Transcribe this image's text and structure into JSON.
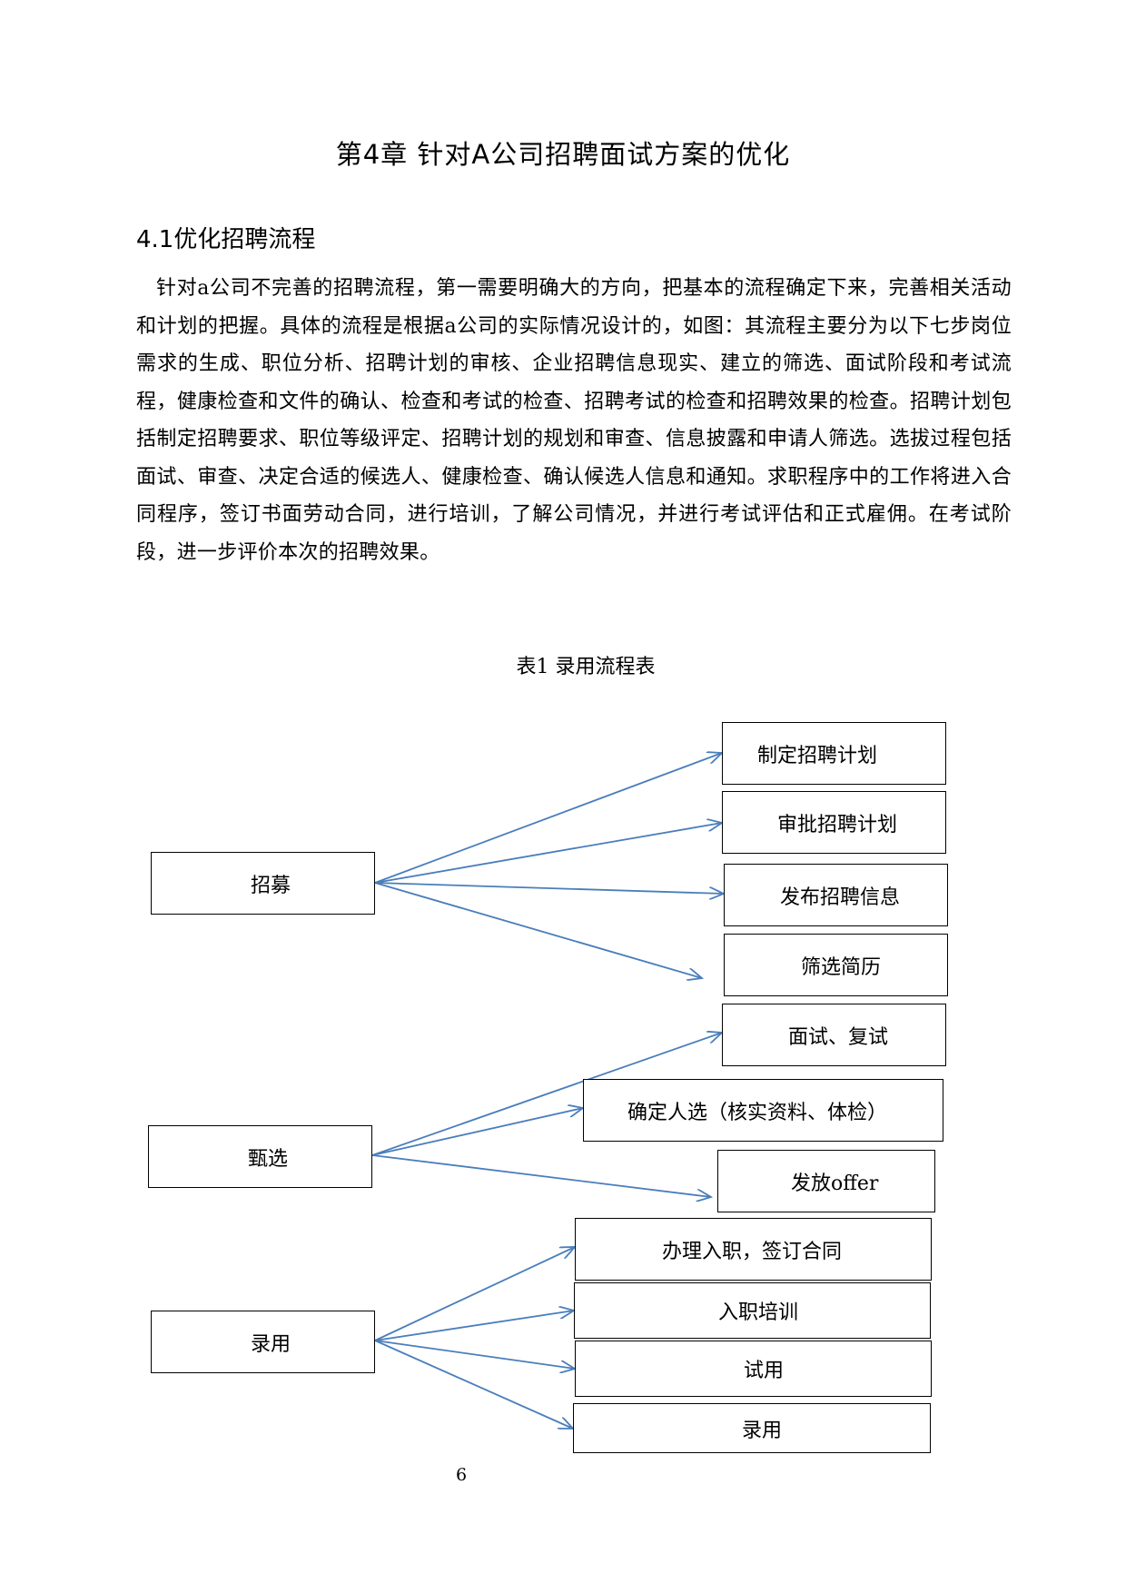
{
  "document": {
    "chapter_title": "第4章  针对A公司招聘面试方案的优化",
    "section_heading": "4.1优化招聘流程",
    "paragraph": "针对a公司不完善的招聘流程，第一需要明确大的方向，把基本的流程确定下来，完善相关活动和计划的把握。具体的流程是根据a公司的实际情况设计的，如图：其流程主要分为以下七步岗位需求的生成、职位分析、招聘计划的审核、企业招聘信息现实、建立的筛选、面试阶段和考试流程，健康检查和文件的确认、检查和考试的检查、招聘考试的检查和招聘效果的检查。招聘计划包括制定招聘要求、职位等级评定、招聘计划的规划和审查、信息披露和申请人筛选。选拔过程包括面试、审查、决定合适的候选人、健康检查、确认候选人信息和通知。求职程序中的工作将进入合同程序，签订书面劳动合同，进行培训，了解公司情况，并进行考试评估和正式雇佣。在考试阶段，进一步评价本次的招聘效果。",
    "table_caption": "表1  录用流程表",
    "page_number": "6"
  },
  "flowchart": {
    "stages": [
      {
        "label": "招募",
        "steps": [
          "制定招聘计划",
          "审批招聘计划",
          "发布招聘信息",
          "筛选简历"
        ]
      },
      {
        "label": "甄选",
        "steps": [
          "面试、复试",
          "确定人选（核实资料、体检）",
          "发放offer"
        ]
      },
      {
        "label": "录用",
        "steps": [
          "办理入职，签订合同",
          "入职培训",
          "试用",
          "录用"
        ]
      }
    ],
    "arrow_color": "#4a7ebb"
  }
}
